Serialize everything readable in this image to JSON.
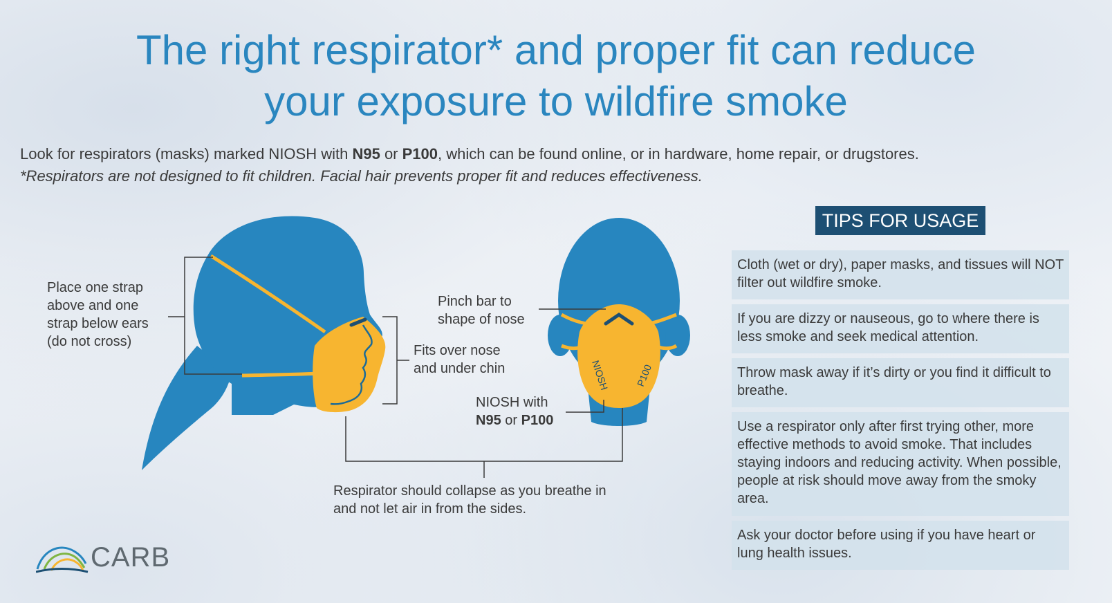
{
  "title": {
    "line1": "The right respirator* and proper fit can reduce",
    "line2": "your exposure to wildfire smoke"
  },
  "intro": {
    "text_before_n95": "Look for respirators (masks) marked NIOSH with ",
    "n95": "N95",
    "or": " or ",
    "p100": "P100",
    "text_after": ", which can be found online, or in hardware, home repair, or drugstores.",
    "note": "*Respirators are not designed to fit children. Facial hair prevents proper fit and reduces effectiveness."
  },
  "callouts": {
    "strap": "Place one strap\nabove and one\nstrap below ears\n(do not cross)",
    "fits": "Fits over nose\nand under chin",
    "pinch": "Pinch bar to\nshape of nose",
    "niosh_with": "NIOSH with",
    "niosh_n95": "N95",
    "niosh_or": " or ",
    "niosh_p100": "P100",
    "collapse": "Respirator should collapse as you breathe in\nand not let air in from the sides."
  },
  "mask_labels": {
    "niosh": "NIOSH",
    "p100": "P100"
  },
  "tips": {
    "heading": "TIPS FOR USAGE",
    "items": [
      "Cloth (wet or dry), paper masks, and tissues will NOT filter out wildfire smoke.",
      "If you are dizzy or nauseous, go to where there is less smoke and seek medical attention.",
      "Throw mask away if it’s dirty or you find it difficult to breathe.",
      "Use a respirator only after first trying other, more effective methods to avoid smoke. That includes staying indoors and reducing activity. When possible, people at risk should move away from the smoky area.",
      "Ask your doctor before using if you have heart or lung health issues."
    ]
  },
  "logo": {
    "text": "CARB"
  },
  "colors": {
    "title_blue": "#2a86bf",
    "figure_blue": "#2786bf",
    "mask_yellow": "#f7b530",
    "mask_outline": "#1d6b96",
    "tips_navy": "#1d4f73",
    "tip_bg": "#d3e1ec",
    "text": "#3a3a3a"
  }
}
